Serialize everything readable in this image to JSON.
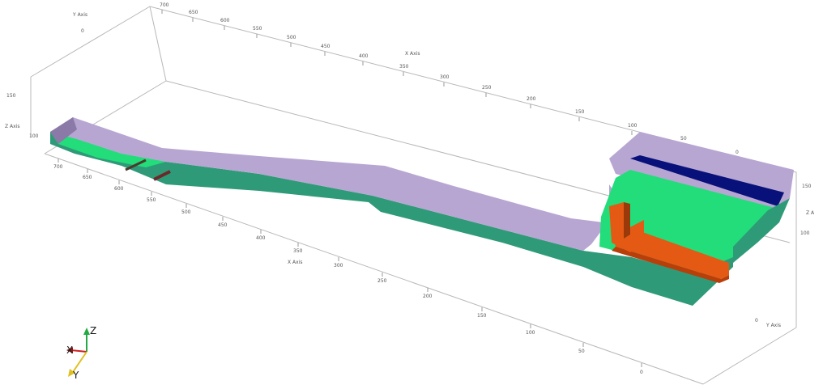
{
  "axes": {
    "x_title": "X Axis",
    "x_title_top": "X Axis",
    "y_title": "Y Axis",
    "y_title_right": "Y Axis",
    "z_title": "Z Axis",
    "z_title_right": "Z A"
  },
  "ticks_top_back": [
    "700",
    "650",
    "600",
    "550",
    "500",
    "450",
    "400",
    "350",
    "300",
    "250",
    "200",
    "150",
    "100",
    "50",
    "0"
  ],
  "ticks_front_bottom": [
    "700",
    "650",
    "600",
    "550",
    "500",
    "450",
    "400",
    "350",
    "300",
    "250",
    "200",
    "150",
    "100",
    "50",
    "0"
  ],
  "ticks_z_left": [
    "150",
    "100"
  ],
  "ticks_z_right": [
    "150",
    "100"
  ],
  "ticks_y_left": [
    "0"
  ],
  "ticks_y_right": [
    "0"
  ],
  "triad": {
    "x": "X",
    "y": "Y",
    "z": "Z"
  },
  "colors": {
    "lid": "#b7a6d2",
    "side": "#2f9a78",
    "floor": "#22dd7a",
    "gate": "#e45a14",
    "dark_band": "#08107a",
    "frame": "#b0b0b0"
  },
  "icons": [
    "orientation-triad-icon"
  ]
}
